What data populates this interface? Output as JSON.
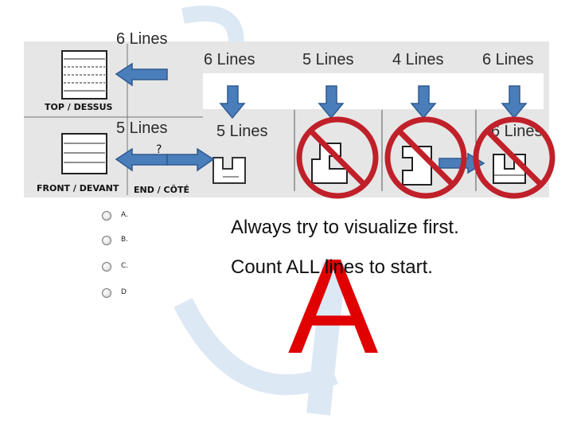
{
  "views": {
    "top_label": "TOP / DESSUS",
    "front_label": "FRONT / DEVANT",
    "end_label": "END / CÔTÉ",
    "unknown_mark": "?"
  },
  "line_counts": {
    "top_view": "6 Lines",
    "front_view": "5 Lines",
    "option_a": "6 Lines",
    "option_b": "5 Lines",
    "option_c": "4 Lines",
    "option_d": "6 Lines",
    "end_view": "5 Lines",
    "option_d_lower": "6 Lines"
  },
  "answer_options": [
    {
      "letter": "A."
    },
    {
      "letter": "B."
    },
    {
      "letter": "C."
    },
    {
      "letter": "D"
    }
  ],
  "tips": {
    "line1": "Always try to visualize first.",
    "line2": "Count ALL lines to start."
  },
  "answer": "A",
  "colors": {
    "arrow_fill": "#4a7ebb",
    "arrow_stroke": "#2f5a8f",
    "prohibit_red": "#c0202a",
    "answer_red": "#e00000"
  }
}
